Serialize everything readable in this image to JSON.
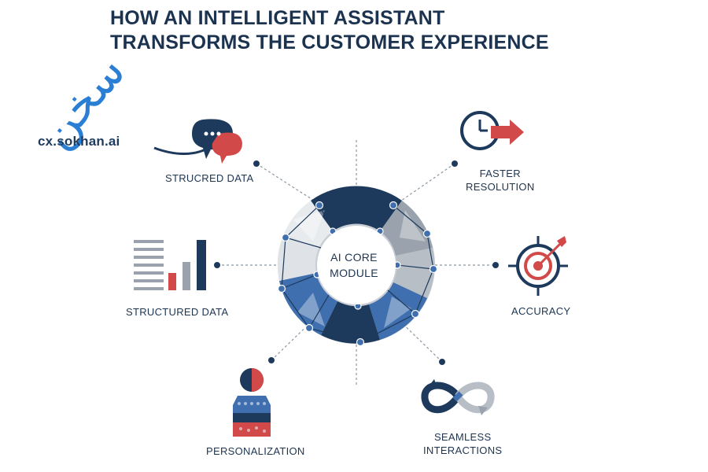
{
  "title": {
    "line1": "HOW AN INTELLIGENT ASSISTANT",
    "line2": "TRANSFORMS THE CUSTOMER EXPERIENCE"
  },
  "logo": {
    "script_text": "سخن",
    "domain": "cx.sokhan.ai"
  },
  "core": {
    "line1": "AI CORE",
    "line2": "MODULE"
  },
  "nodes": {
    "top_left": {
      "label": "STRUCRED DATA",
      "icon": "chat-bubbles-icon"
    },
    "mid_left": {
      "label": "STRUCTURED DATA",
      "icon": "bar-chart-icon"
    },
    "bottom_left": {
      "label": "PERSONALIZATION",
      "icon": "person-profile-icon"
    },
    "top_right": {
      "line1": "FASTER",
      "line2": "RESOLUTION",
      "icon": "clock-arrow-icon"
    },
    "mid_right": {
      "label": "ACCURACY",
      "icon": "target-arrow-icon"
    },
    "bottom_right": {
      "line1": "SEAMLESS",
      "line2": "INTERACTIONS",
      "icon": "infinity-loop-icon"
    }
  },
  "colors": {
    "navy": "#1d3a5c",
    "blue": "#3f6fae",
    "red": "#d2494a",
    "gray": "#9aa3ad",
    "light_gray": "#d9dde2"
  }
}
